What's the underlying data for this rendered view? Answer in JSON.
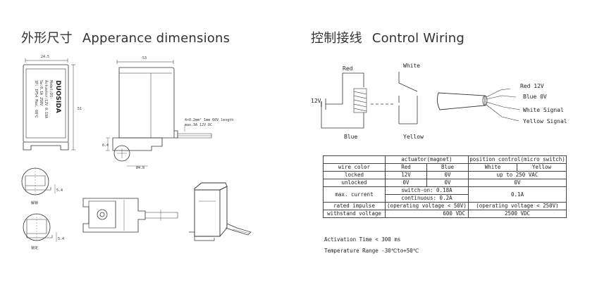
{
  "left_section": {
    "title_cn": "外形尺寸",
    "title_en": "Apperance dimensions"
  },
  "right_section": {
    "title_cn": "控制接线",
    "title_en": "Control Wiring"
  },
  "dimensions": {
    "width_top": "24.5",
    "height_side": "51",
    "depth_top": "53",
    "side_small": "6.4",
    "bottom_small": "Ø4.8",
    "lead_note_1": "4×0.2mm² 1mm 60V  length",
    "lead_note_2": "max.3A 12V DC",
    "detail_label_1": "解锁",
    "detail_label_2": "锁定",
    "detail_dim_1": "5.4",
    "detail_dim_2": "5.4"
  },
  "label_plate": {
    "brand": "DUOSIDA",
    "line1": "Model:DS-",
    "line2": "Actuator:12V 0.18A",
    "line3": "Sw:0.1A 250V",
    "line4": "IP: IP54 Max. 60℃"
  },
  "wiring": {
    "red_label": "Red",
    "white_label": "White",
    "blue_label": "Blue",
    "yellow_label": "Yellow",
    "voltage_label": "12V",
    "legend": [
      "Red  12V",
      "Blue  0V",
      "White Signal",
      "Yellow Signal"
    ]
  },
  "spec_table": {
    "header_actuator": "actuator(magnet)",
    "header_position": "position control(micro switch)",
    "rows": {
      "wire_color": {
        "label": "wire color",
        "red": "Red",
        "blue": "Blue",
        "white": "White",
        "yellow": "Yellow"
      },
      "locked": {
        "label": "locked",
        "red": "12V",
        "blue": "0V",
        "switch": "up to 250 VAC"
      },
      "unlocked": {
        "label": "unlocked",
        "red": "0V",
        "blue": "0V",
        "switch": "0V"
      },
      "max_current": {
        "label": "max. current",
        "act_1": "switch-on: 0.18A",
        "act_2": "continuous: 0.2A",
        "switch": "0.1A"
      },
      "impulse": {
        "label_1": "rated impulse",
        "label_2": "withstand voltage",
        "act_1": "(operating voltage < 50V)",
        "act_2": "600 VDC",
        "sw_1": "(operating voltage < 250V)",
        "sw_2": "2500 VDC"
      }
    }
  },
  "notes": {
    "activation": "Activation Time < 300 ms",
    "temperature": "Temperature Range -30℃to+50℃"
  }
}
